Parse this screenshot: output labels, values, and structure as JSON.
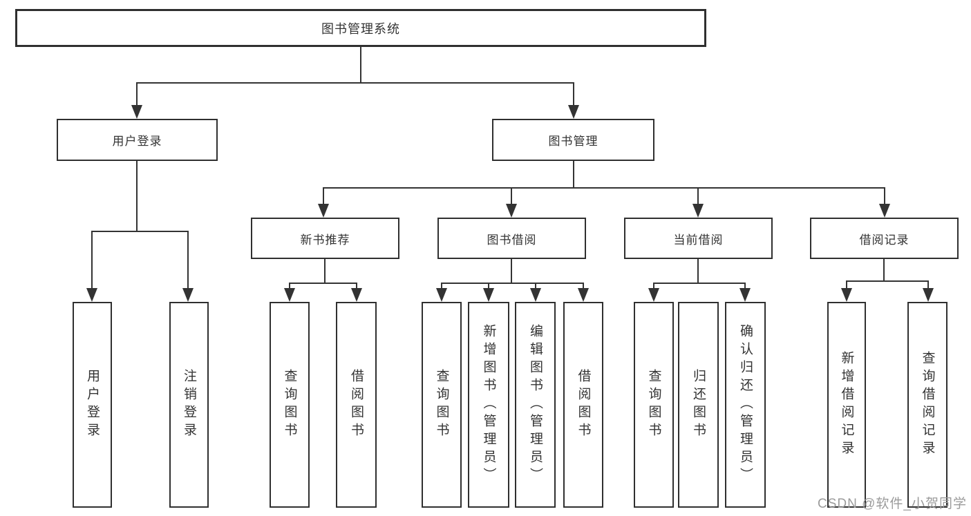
{
  "diagram": {
    "root": {
      "label": "图书管理系统"
    },
    "level2": [
      {
        "label": "用户登录"
      },
      {
        "label": "图书管理"
      }
    ],
    "level3": [
      {
        "label": "新书推荐"
      },
      {
        "label": "图书借阅"
      },
      {
        "label": "当前借阅"
      },
      {
        "label": "借阅记录"
      }
    ],
    "leaves": [
      {
        "label": "用户登录"
      },
      {
        "label": "注销登录"
      },
      {
        "label": "查询图书"
      },
      {
        "label": "借阅图书"
      },
      {
        "label": "查询图书"
      },
      {
        "label": "新增图书（管理员）"
      },
      {
        "label": "编辑图书（管理员）"
      },
      {
        "label": "借阅图书"
      },
      {
        "label": "查询图书"
      },
      {
        "label": "归还图书"
      },
      {
        "label": "确认归还（管理员）"
      },
      {
        "label": "新增借阅记录"
      },
      {
        "label": "查询借阅记录"
      }
    ]
  },
  "watermark": {
    "text": "CSDN @软件_小贺同学"
  },
  "colors": {
    "line": "#333333",
    "box_border": "#2f2f2f",
    "text": "#333333",
    "watermark": "#9b9b9b",
    "background": "#ffffff"
  }
}
